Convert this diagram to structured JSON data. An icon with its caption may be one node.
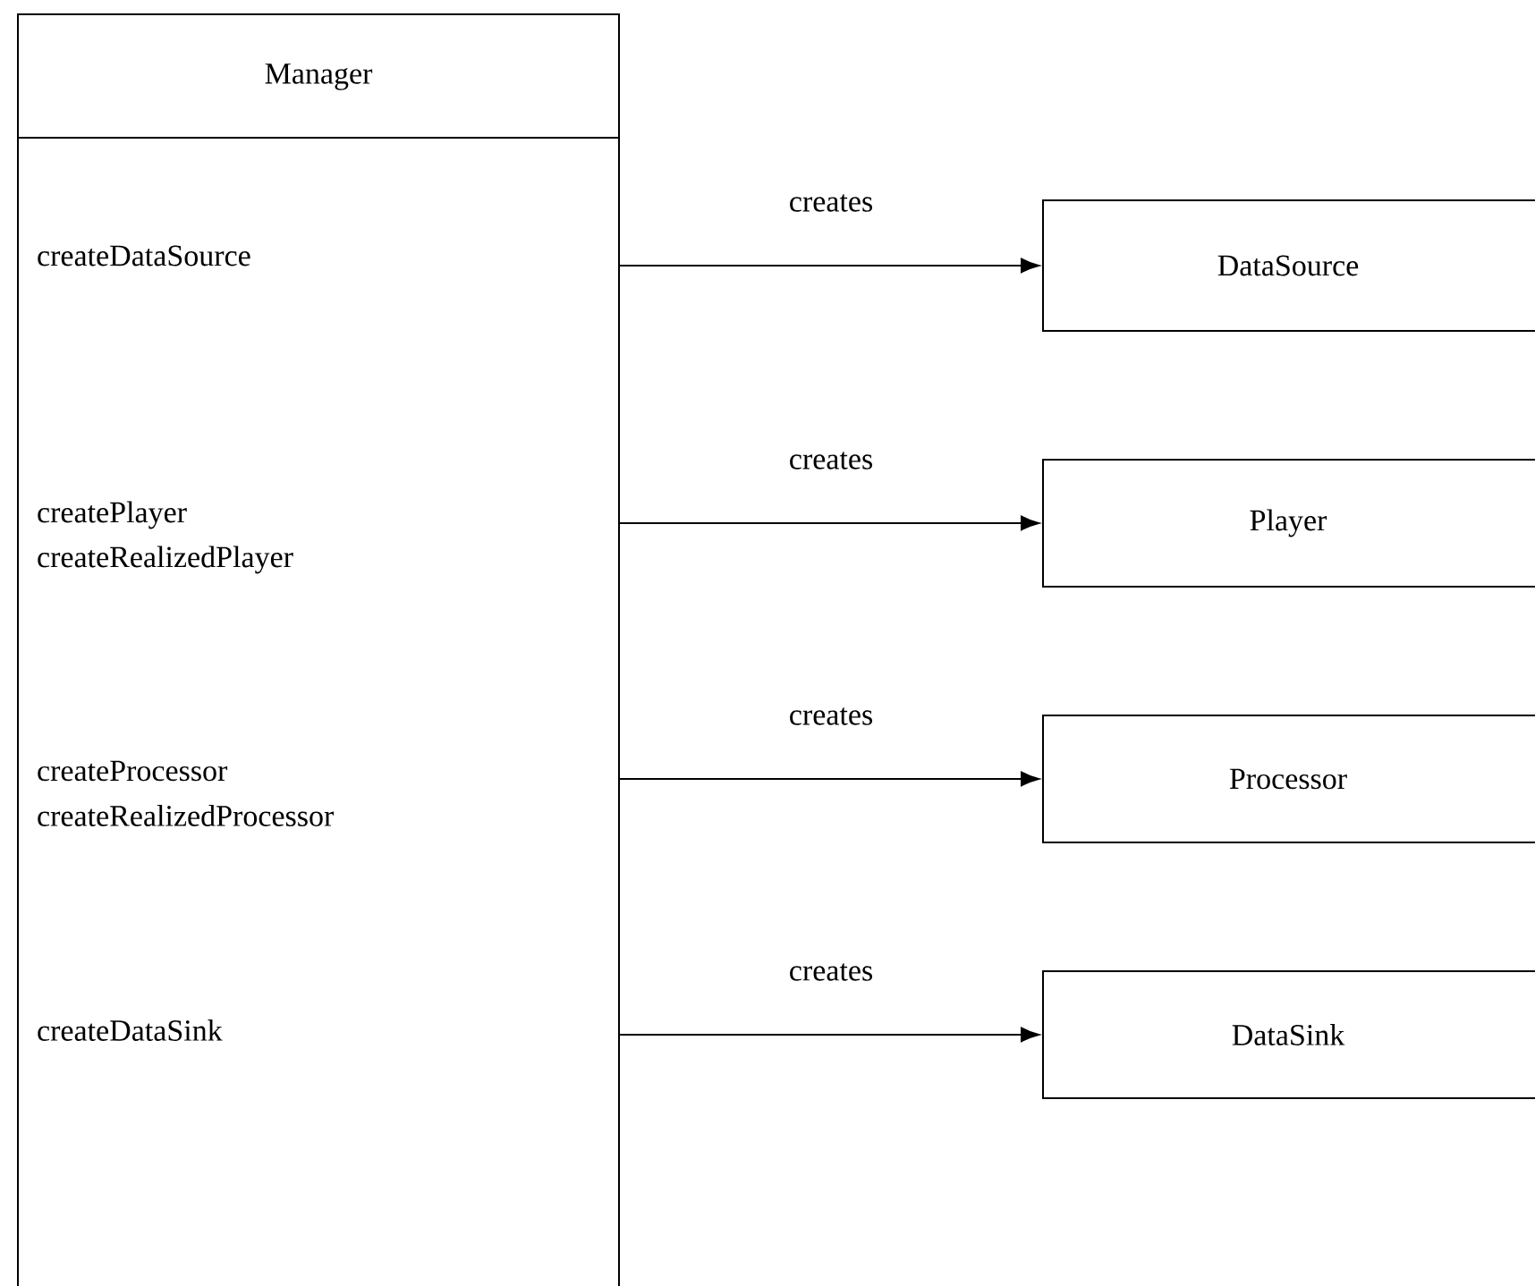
{
  "diagram": {
    "nodes": [
      {
        "text": [
          "Manager",
          "createDataSource",
          "createPlayer",
          "createRealizedPlayer",
          "createProcessor",
          "createRealizedProcessor",
          "createDataSink"
        ]
      },
      {
        "text": [
          "DataSource"
        ]
      },
      {
        "text": [
          "Player"
        ]
      },
      {
        "text": [
          "Processor"
        ]
      },
      {
        "text": [
          "DataSink"
        ]
      }
    ],
    "edges": [
      {
        "from": 0,
        "to": 1,
        "arrow": "to",
        "label": "creates"
      },
      {
        "from": 0,
        "to": 2,
        "arrow": "to",
        "label": "creates"
      },
      {
        "from": 0,
        "to": 3,
        "arrow": "to",
        "label": "creates"
      },
      {
        "from": 0,
        "to": 4,
        "arrow": "to",
        "label": "creates"
      }
    ]
  }
}
